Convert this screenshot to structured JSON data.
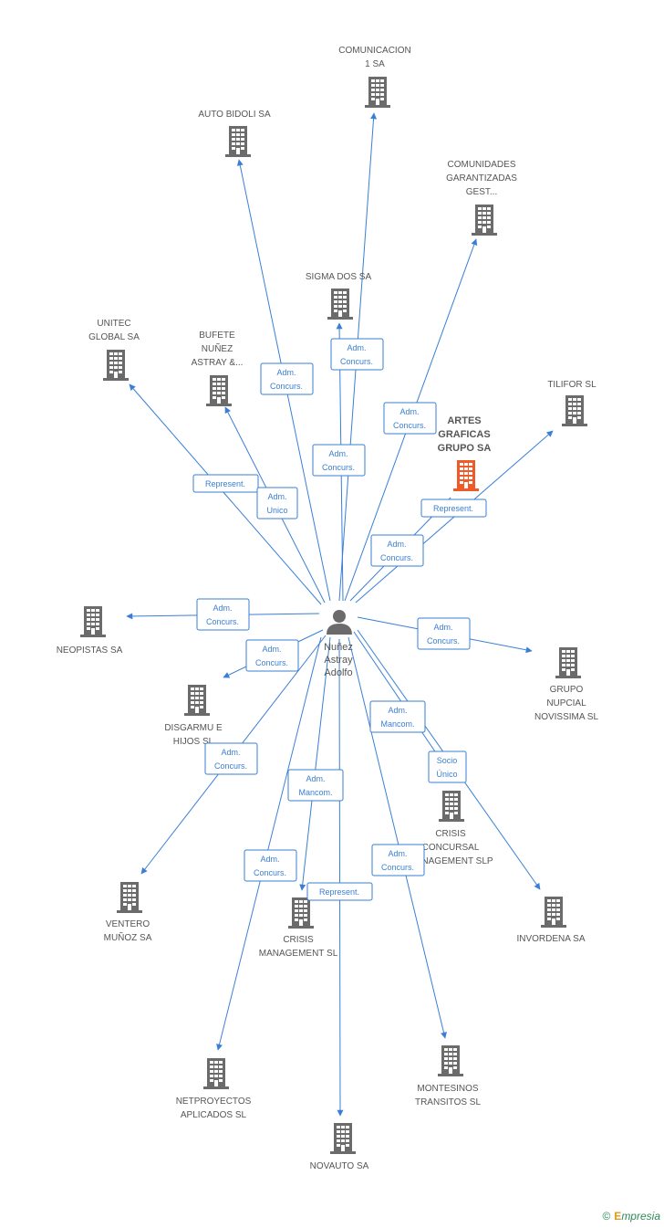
{
  "colors": {
    "edge": "#3a7fd5",
    "building": "#6b6b6b",
    "building_highlight": "#f05a28",
    "person": "#6b6b6b"
  },
  "center": {
    "label": [
      "Nuñez",
      "Astray",
      "Adolfo"
    ],
    "icon": "person-icon"
  },
  "nodes": [
    {
      "id": "comunicacion",
      "label": [
        "COMUNICACION",
        "1 SA"
      ],
      "icon": "building-icon"
    },
    {
      "id": "autobidoli",
      "label": [
        "AUTO BIDOLI SA"
      ],
      "icon": "building-icon"
    },
    {
      "id": "comunidades",
      "label": [
        "COMUNIDADES",
        "GARANTIZADAS",
        "GEST..."
      ],
      "icon": "building-icon"
    },
    {
      "id": "sigmados",
      "label": [
        "SIGMA DOS SA"
      ],
      "icon": "building-icon"
    },
    {
      "id": "unitec",
      "label": [
        "UNITEC",
        "GLOBAL SA"
      ],
      "icon": "building-icon"
    },
    {
      "id": "bufete",
      "label": [
        "BUFETE",
        "NUÑEZ",
        "ASTRAY &..."
      ],
      "icon": "building-icon"
    },
    {
      "id": "tilifor",
      "label": [
        "TILIFOR SL"
      ],
      "icon": "building-icon"
    },
    {
      "id": "artes",
      "label": [
        "ARTES",
        "GRAFICAS",
        "GRUPO SA"
      ],
      "icon": "building-icon",
      "highlight": true
    },
    {
      "id": "neopistas",
      "label": [
        "NEOPISTAS SA"
      ],
      "icon": "building-icon"
    },
    {
      "id": "grupo",
      "label": [
        "GRUPO",
        "NUPCIAL",
        "NOVISSIMA  SL"
      ],
      "icon": "building-icon"
    },
    {
      "id": "disgarmu",
      "label": [
        "DISGARMU E",
        "HIJOS SL"
      ],
      "icon": "building-icon"
    },
    {
      "id": "crisisconcursal",
      "label": [
        "CRISIS",
        "CONCURSAL",
        "MANAGEMENT SLP"
      ],
      "icon": "building-icon"
    },
    {
      "id": "ventero",
      "label": [
        "VENTERO",
        "MUÑOZ SA"
      ],
      "icon": "building-icon"
    },
    {
      "id": "crisismgmt",
      "label": [
        "CRISIS",
        "MANAGEMENT SL"
      ],
      "icon": "building-icon"
    },
    {
      "id": "invordena",
      "label": [
        "INVORDENA SA"
      ],
      "icon": "building-icon"
    },
    {
      "id": "netproyectos",
      "label": [
        "NETPROYECTOS",
        "APLICADOS SL"
      ],
      "icon": "building-icon"
    },
    {
      "id": "montesinos",
      "label": [
        "MONTESINOS",
        "TRANSITOS SL"
      ],
      "icon": "building-icon"
    },
    {
      "id": "novauto",
      "label": [
        "NOVAUTO SA"
      ],
      "icon": "building-icon"
    }
  ],
  "badges": [
    {
      "id": "b-autobidoli",
      "lines": [
        "Adm.",
        "Concurs."
      ]
    },
    {
      "id": "b-comunicacion",
      "lines": [
        "Adm.",
        "Concurs."
      ]
    },
    {
      "id": "b-comunidades",
      "lines": [
        "Adm.",
        "Concurs."
      ]
    },
    {
      "id": "b-sigma",
      "lines": [
        "Adm.",
        "Concurs."
      ]
    },
    {
      "id": "b-unitec",
      "lines": [
        "Represent."
      ]
    },
    {
      "id": "b-bufete",
      "lines": [
        "Adm.",
        "Unico"
      ]
    },
    {
      "id": "b-tilifor",
      "lines": [
        "Represent."
      ]
    },
    {
      "id": "b-artes",
      "lines": [
        "Adm.",
        "Concurs."
      ]
    },
    {
      "id": "b-neopistas",
      "lines": [
        "Adm.",
        "Concurs."
      ]
    },
    {
      "id": "b-grupo",
      "lines": [
        "Adm.",
        "Concurs."
      ]
    },
    {
      "id": "b-disgarmu",
      "lines": [
        "Adm.",
        "Concurs."
      ]
    },
    {
      "id": "b-crisisconcursal",
      "lines": [
        "Adm.",
        "Mancom."
      ]
    },
    {
      "id": "b-invordena",
      "lines": [
        "Socio",
        "Único"
      ]
    },
    {
      "id": "b-ventero",
      "lines": [
        "Adm.",
        "Concurs."
      ]
    },
    {
      "id": "b-crisismgmt",
      "lines": [
        "Adm.",
        "Mancom."
      ]
    },
    {
      "id": "b-netproyectos",
      "lines": [
        "Adm.",
        "Concurs."
      ]
    },
    {
      "id": "b-novauto",
      "lines": [
        "Represent."
      ]
    },
    {
      "id": "b-montesinos",
      "lines": [
        "Adm.",
        "Concurs."
      ]
    }
  ],
  "footer": {
    "copyright": "©",
    "brand_first": "E",
    "brand_rest": "mpresia"
  }
}
